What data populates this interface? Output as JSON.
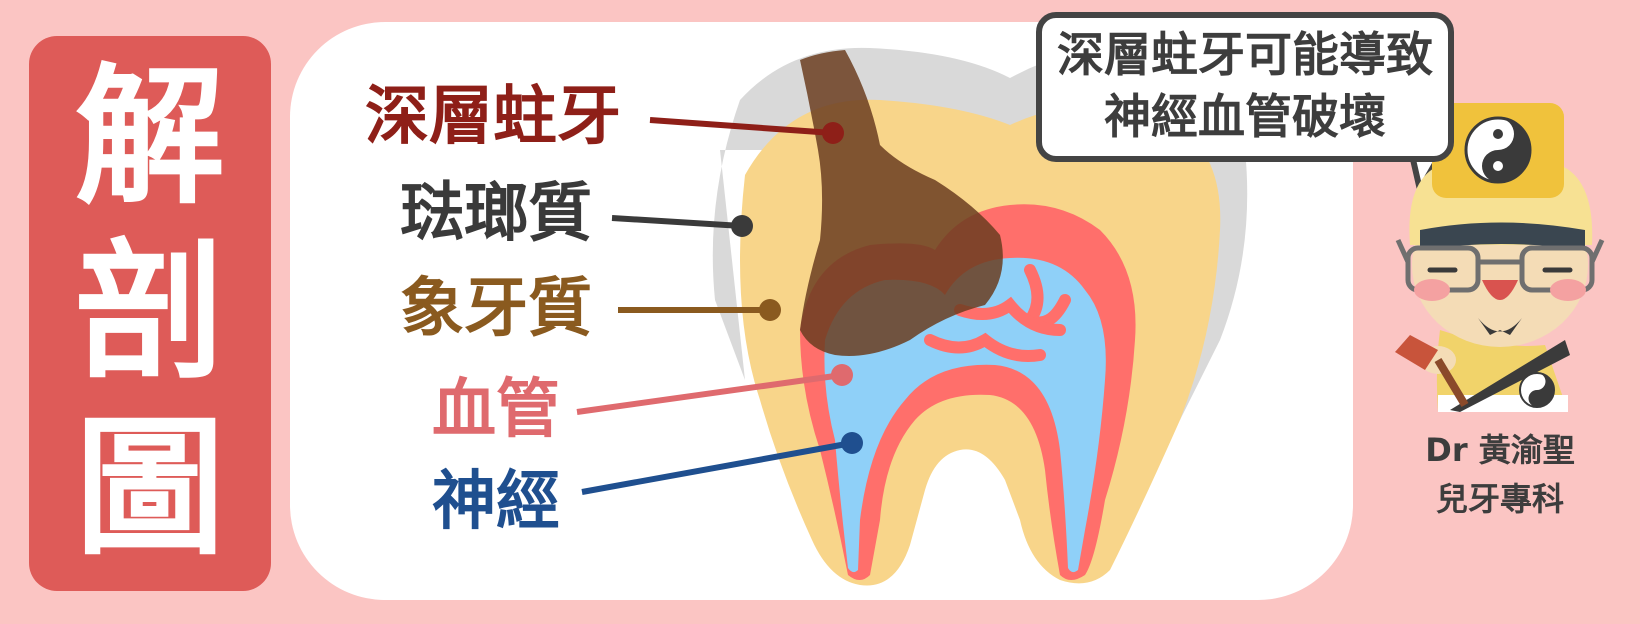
{
  "side_title": {
    "chars": [
      "解",
      "剖",
      "圖"
    ]
  },
  "labels": {
    "caries": {
      "text": "深層蛀牙",
      "color": "#8e1f18"
    },
    "enamel": {
      "text": "琺瑯質",
      "color": "#3a3a3a"
    },
    "dentin": {
      "text": "象牙質",
      "color": "#8a5a1f"
    },
    "vessel": {
      "text": "血管",
      "color": "#df6a6e"
    },
    "nerve": {
      "text": "神經",
      "color": "#1f4f8f"
    }
  },
  "bubble": {
    "line1": "深層蛀牙可能導致",
    "line2": "神經血管破壞"
  },
  "credit": {
    "line1": "Dr 黃渝聖",
    "line2": "兒牙專科"
  },
  "icons": {
    "character": "dentist-taoist-mascot-icon",
    "yin_yang": "yin-yang-icon"
  },
  "colors": {
    "background": "#fbc5c3",
    "side_panel": "#de5b58",
    "enamel": "#d9d9d9",
    "dentin": "#f8d58a",
    "pulp": "#ff6f6b",
    "nerve": "#8fd0f8",
    "decay": "#6b3d20"
  }
}
